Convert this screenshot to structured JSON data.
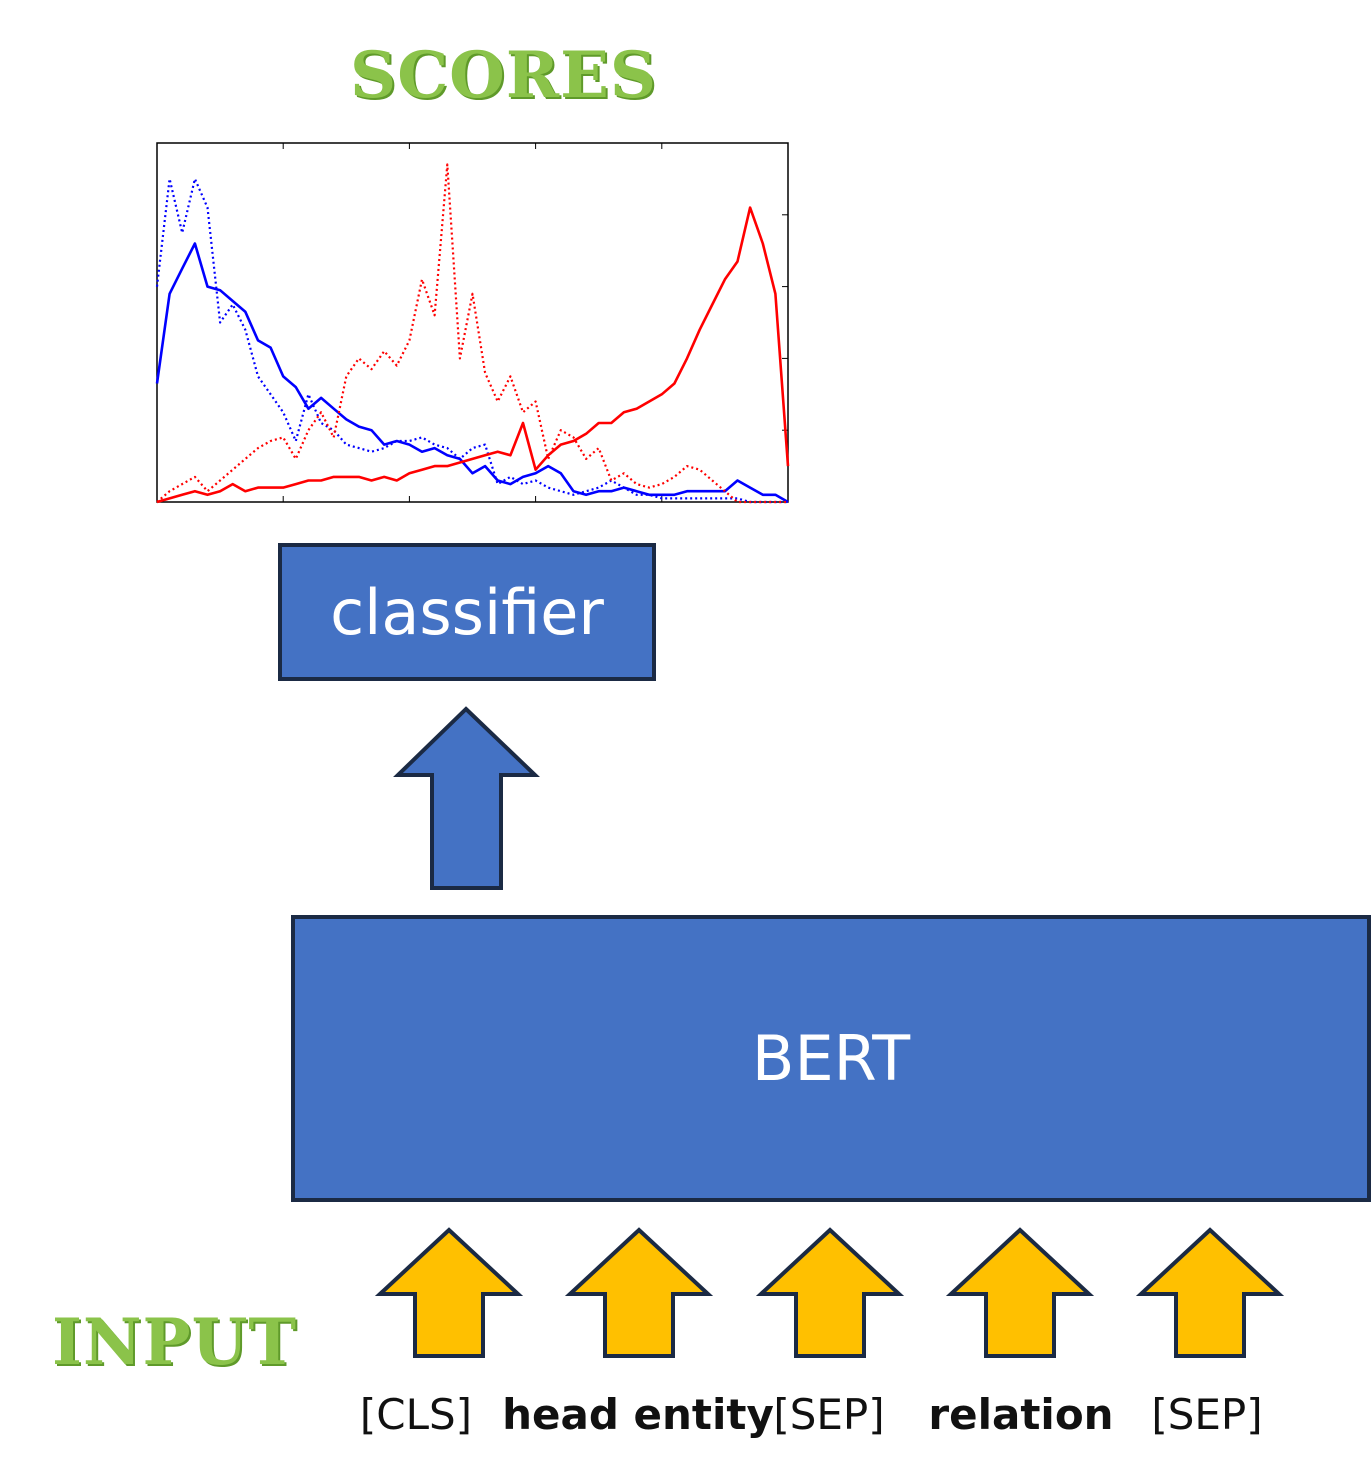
{
  "colors": {
    "title_green": "#8bc34a",
    "box_blue": "#4472c4",
    "arrow_yellow": "#ffc000",
    "border_dark": "#1b2a44",
    "series_blue": "#0000ff",
    "series_red": "#ff0000"
  },
  "titles": {
    "scores": "SCORES",
    "input": "INPUT"
  },
  "boxes": {
    "classifier": "classifier",
    "bert": "BERT"
  },
  "tokens": [
    {
      "text": "[CLS]",
      "bold": false
    },
    {
      "text": "head entity",
      "bold": true
    },
    {
      "text": "[SEP]",
      "bold": false
    },
    {
      "text": "relation",
      "bold": true
    },
    {
      "text": "[SEP]",
      "bold": false
    }
  ],
  "chart_data": {
    "type": "line",
    "title": "",
    "xlabel": "",
    "ylabel": "",
    "tick_labels_shown": false,
    "xlim": [
      0,
      50
    ],
    "ylim": [
      0,
      1
    ],
    "x": [
      0,
      1,
      2,
      3,
      4,
      5,
      6,
      7,
      8,
      9,
      10,
      11,
      12,
      13,
      14,
      15,
      16,
      17,
      18,
      19,
      20,
      21,
      22,
      23,
      24,
      25,
      26,
      27,
      28,
      29,
      30,
      31,
      32,
      33,
      34,
      35,
      36,
      37,
      38,
      39,
      40,
      41,
      42,
      43,
      44,
      45,
      46,
      47,
      48,
      49,
      50
    ],
    "series": [
      {
        "color": "#0000ff",
        "style": "solid",
        "values": [
          0.33,
          0.58,
          0.65,
          0.72,
          0.6,
          0.59,
          0.56,
          0.53,
          0.45,
          0.43,
          0.35,
          0.32,
          0.26,
          0.29,
          0.26,
          0.23,
          0.21,
          0.2,
          0.16,
          0.17,
          0.16,
          0.14,
          0.15,
          0.13,
          0.12,
          0.08,
          0.1,
          0.06,
          0.05,
          0.07,
          0.08,
          0.1,
          0.08,
          0.03,
          0.02,
          0.03,
          0.03,
          0.04,
          0.03,
          0.02,
          0.02,
          0.02,
          0.03,
          0.03,
          0.03,
          0.03,
          0.06,
          0.04,
          0.02,
          0.02,
          0.0
        ]
      },
      {
        "color": "#0000ff",
        "style": "dotted",
        "values": [
          0.6,
          0.9,
          0.75,
          0.9,
          0.82,
          0.5,
          0.55,
          0.48,
          0.35,
          0.3,
          0.25,
          0.17,
          0.3,
          0.22,
          0.2,
          0.16,
          0.15,
          0.14,
          0.15,
          0.17,
          0.17,
          0.18,
          0.16,
          0.15,
          0.12,
          0.15,
          0.16,
          0.05,
          0.07,
          0.05,
          0.06,
          0.04,
          0.03,
          0.02,
          0.03,
          0.04,
          0.06,
          0.04,
          0.02,
          0.02,
          0.01,
          0.01,
          0.01,
          0.01,
          0.01,
          0.01,
          0.01,
          0.0,
          0.0,
          0.0,
          0.0
        ]
      },
      {
        "color": "#ff0000",
        "style": "solid",
        "values": [
          0.0,
          0.01,
          0.02,
          0.03,
          0.02,
          0.03,
          0.05,
          0.03,
          0.04,
          0.04,
          0.04,
          0.05,
          0.06,
          0.06,
          0.07,
          0.07,
          0.07,
          0.06,
          0.07,
          0.06,
          0.08,
          0.09,
          0.1,
          0.1,
          0.11,
          0.12,
          0.13,
          0.14,
          0.13,
          0.22,
          0.09,
          0.13,
          0.16,
          0.17,
          0.19,
          0.22,
          0.22,
          0.25,
          0.26,
          0.28,
          0.3,
          0.33,
          0.4,
          0.48,
          0.55,
          0.62,
          0.67,
          0.82,
          0.72,
          0.58,
          0.1
        ]
      },
      {
        "color": "#ff0000",
        "style": "dotted",
        "values": [
          0.0,
          0.03,
          0.05,
          0.07,
          0.03,
          0.06,
          0.09,
          0.12,
          0.15,
          0.17,
          0.18,
          0.12,
          0.2,
          0.25,
          0.18,
          0.35,
          0.4,
          0.37,
          0.42,
          0.38,
          0.45,
          0.62,
          0.52,
          0.94,
          0.4,
          0.58,
          0.36,
          0.28,
          0.35,
          0.25,
          0.28,
          0.12,
          0.2,
          0.18,
          0.12,
          0.15,
          0.06,
          0.08,
          0.05,
          0.04,
          0.05,
          0.07,
          0.1,
          0.09,
          0.06,
          0.03,
          0.0,
          0.0,
          0.0,
          0.0,
          0.0
        ]
      }
    ]
  }
}
